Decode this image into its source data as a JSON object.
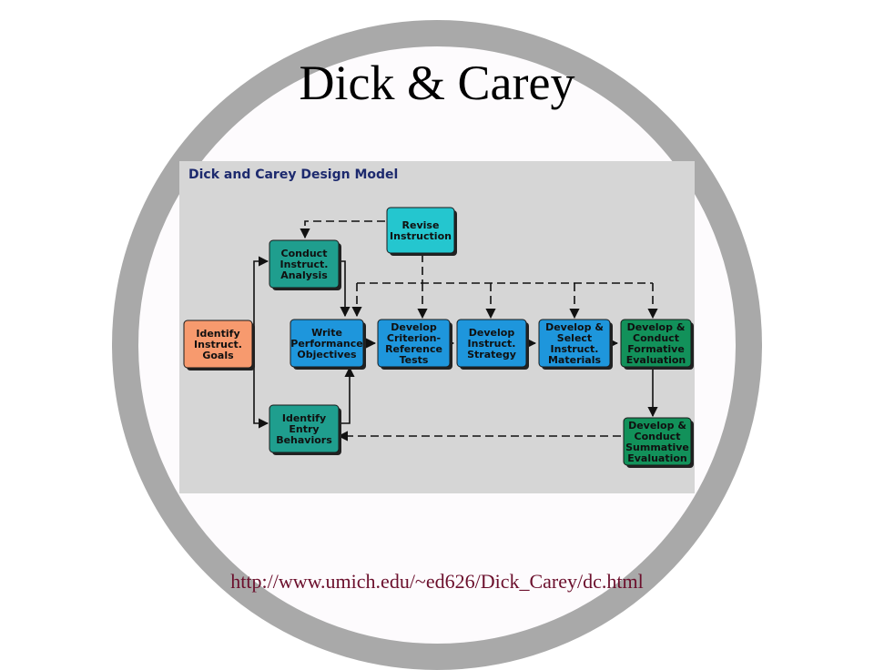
{
  "slide": {
    "title": "Dick & Carey",
    "source_url": "http://www.umich.edu/~ed626/Dick_Carey/dc.html"
  },
  "diagram": {
    "title": "Dick and Carey Design Model",
    "colors": {
      "panel": "#d6d6d6",
      "ring": "#a9a9a9",
      "orange": "#f79a6e",
      "teal": "#1f9e8e",
      "cyan": "#24c6cf",
      "blue": "#1e96dc",
      "green": "#12915a",
      "url": "#6b0f2c",
      "title": "#1d2a6e"
    },
    "boxes": {
      "identify_goals": [
        "Identify",
        "Instruct.",
        "Goals"
      ],
      "conduct_analysis": [
        "Conduct",
        "Instruct.",
        "Analysis"
      ],
      "revise_instruction": [
        "Revise",
        "Instruction"
      ],
      "identify_entry": [
        "Identify",
        "Entry",
        "Behaviors"
      ],
      "write_objectives": [
        "Write",
        "Performance",
        "Objectives"
      ],
      "develop_tests": [
        "Develop",
        "Criterion-",
        "Reference",
        "Tests"
      ],
      "develop_strategy": [
        "Develop",
        "Instruct.",
        "Strategy"
      ],
      "develop_materials": [
        "Develop &",
        "Select",
        "Instruct.",
        "Materials"
      ],
      "formative_evaluation": [
        "Develop &",
        "Conduct",
        "Formative",
        "Evaluation"
      ],
      "summative_evaluation": [
        "Develop &",
        "Conduct",
        "Summative",
        "Evaluation"
      ]
    }
  }
}
